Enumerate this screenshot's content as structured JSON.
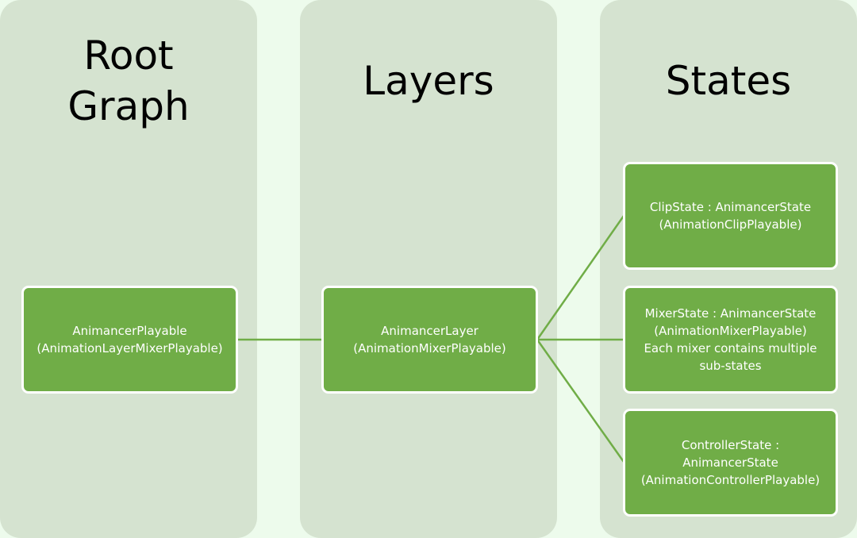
{
  "colors": {
    "background": "#edfbec",
    "column": "#d5e3d0",
    "node": "#70ad47",
    "node_border": "#ffffff",
    "connector": "#70ad47",
    "title_text": "#000000",
    "node_text": "#ffffff"
  },
  "columns": {
    "root": {
      "title_line1": "Root",
      "title_line2": "Graph"
    },
    "layers": {
      "title": "Layers"
    },
    "states": {
      "title": "States"
    }
  },
  "nodes": {
    "animancer_playable": {
      "line1": "AnimancerPlayable",
      "line2": "(AnimationLayerMixerPlayable)"
    },
    "animancer_layer": {
      "line1": "AnimancerLayer",
      "line2": "(AnimationMixerPlayable)"
    },
    "clip_state": {
      "line1": "ClipState : AnimancerState",
      "line2": "(AnimationClipPlayable)"
    },
    "mixer_state": {
      "line1": "MixerState : AnimancerState",
      "line2": "(AnimationMixerPlayable)",
      "line3": "Each mixer contains multiple",
      "line4": "sub-states"
    },
    "controller_state": {
      "line1": "ControllerState :",
      "line2": "AnimancerState",
      "line3": "(AnimationControllerPlayable)"
    }
  }
}
